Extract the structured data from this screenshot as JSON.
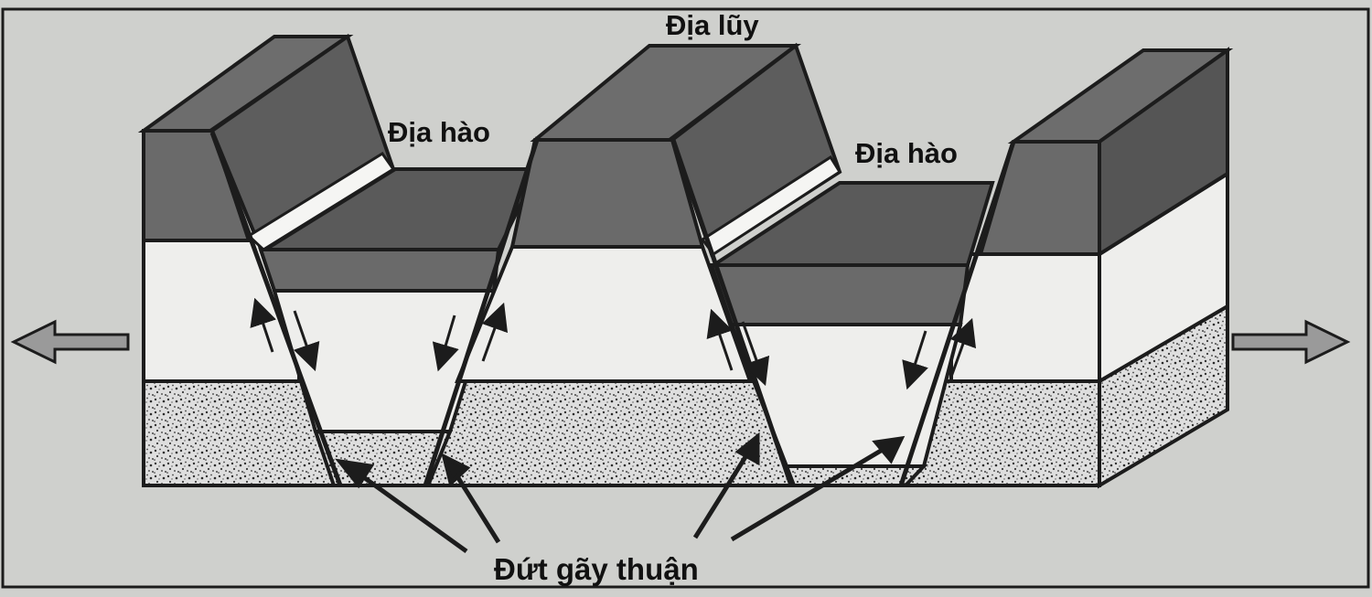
{
  "labels": {
    "horst": "Địa lũy",
    "graben_left": "Địa hào",
    "graben_right": "Địa hào",
    "normal_faults": "Đứt gãy thuận"
  },
  "colors": {
    "background": "#cfd0cd",
    "frame": "#1c1c1c",
    "top_layer": "#6d6d6d",
    "top_layer_side": "#5d5d5d",
    "top_layer_dark": "#555555",
    "light_layer": "#eeeeec",
    "speckle_base": "#dedede"
  }
}
